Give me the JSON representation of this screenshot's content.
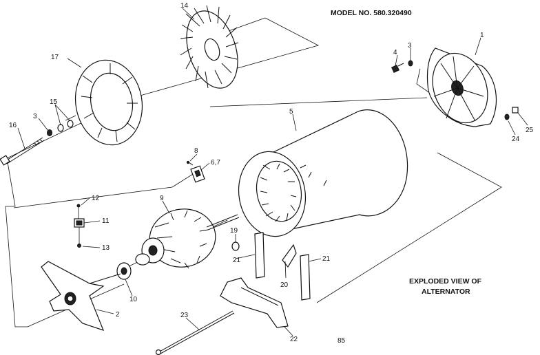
{
  "header": {
    "model_text": "MODEL NO. 580.320490"
  },
  "caption": {
    "line1": "EXPLODED VIEW OF",
    "line2": "ALTERNATOR"
  },
  "page_number": "85",
  "callouts": [
    {
      "id": "c1",
      "text": "1"
    },
    {
      "id": "c2",
      "text": "2"
    },
    {
      "id": "c3a",
      "text": "3"
    },
    {
      "id": "c3b",
      "text": "3"
    },
    {
      "id": "c4",
      "text": "4"
    },
    {
      "id": "c5",
      "text": "5"
    },
    {
      "id": "c67",
      "text": "6,7"
    },
    {
      "id": "c8",
      "text": "8"
    },
    {
      "id": "c9",
      "text": "9"
    },
    {
      "id": "c10",
      "text": "10"
    },
    {
      "id": "c11",
      "text": "11"
    },
    {
      "id": "c12",
      "text": "12"
    },
    {
      "id": "c13",
      "text": "13"
    },
    {
      "id": "c14",
      "text": "14"
    },
    {
      "id": "c15",
      "text": "15"
    },
    {
      "id": "c16",
      "text": "16"
    },
    {
      "id": "c17",
      "text": "17"
    },
    {
      "id": "c19",
      "text": "19"
    },
    {
      "id": "c20",
      "text": "20"
    },
    {
      "id": "c21a",
      "text": "21"
    },
    {
      "id": "c21b",
      "text": "21"
    },
    {
      "id": "c22",
      "text": "22"
    },
    {
      "id": "c23",
      "text": "23"
    },
    {
      "id": "c24",
      "text": "24"
    },
    {
      "id": "c25",
      "text": "25"
    }
  ]
}
